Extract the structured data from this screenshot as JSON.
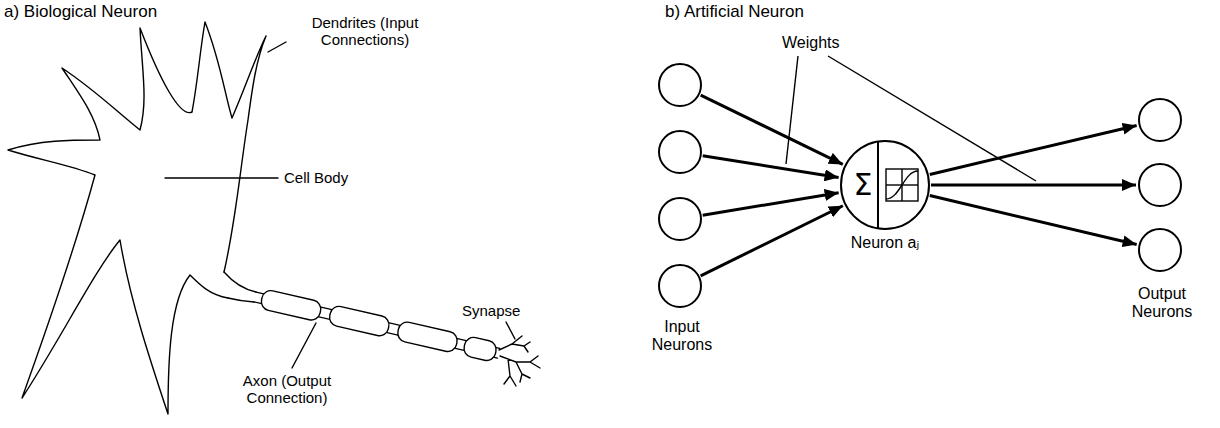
{
  "diagram": {
    "nodes": [
      {
        "text": []
      },
      {
        "text": []
      },
      {
        "text": []
      },
      {
        "text": []
      },
      {
        "text": [
          "Σ",
          "Neuron aⱼ"
        ]
      },
      {
        "text": []
      },
      {
        "text": []
      },
      {
        "text": []
      }
    ],
    "edges": [
      {
        "from": 0,
        "to": 4,
        "arrow": "to"
      },
      {
        "from": 1,
        "to": 4,
        "arrow": "to"
      },
      {
        "from": 2,
        "to": 4,
        "arrow": "to"
      },
      {
        "from": 3,
        "to": 4,
        "arrow": "to"
      },
      {
        "from": 4,
        "to": 5,
        "arrow": "to"
      },
      {
        "from": 4,
        "to": 6,
        "arrow": "to"
      },
      {
        "from": 4,
        "to": 7,
        "arrow": "to"
      }
    ],
    "labels": [
      "a) Biological Neuron",
      "Dendrites (Input Connections)",
      "Cell Body",
      "Axon (Output Connection)",
      "Synapse",
      "b) Artificial Neuron",
      "Weights",
      "Input Neurons",
      "Output Neurons"
    ]
  }
}
